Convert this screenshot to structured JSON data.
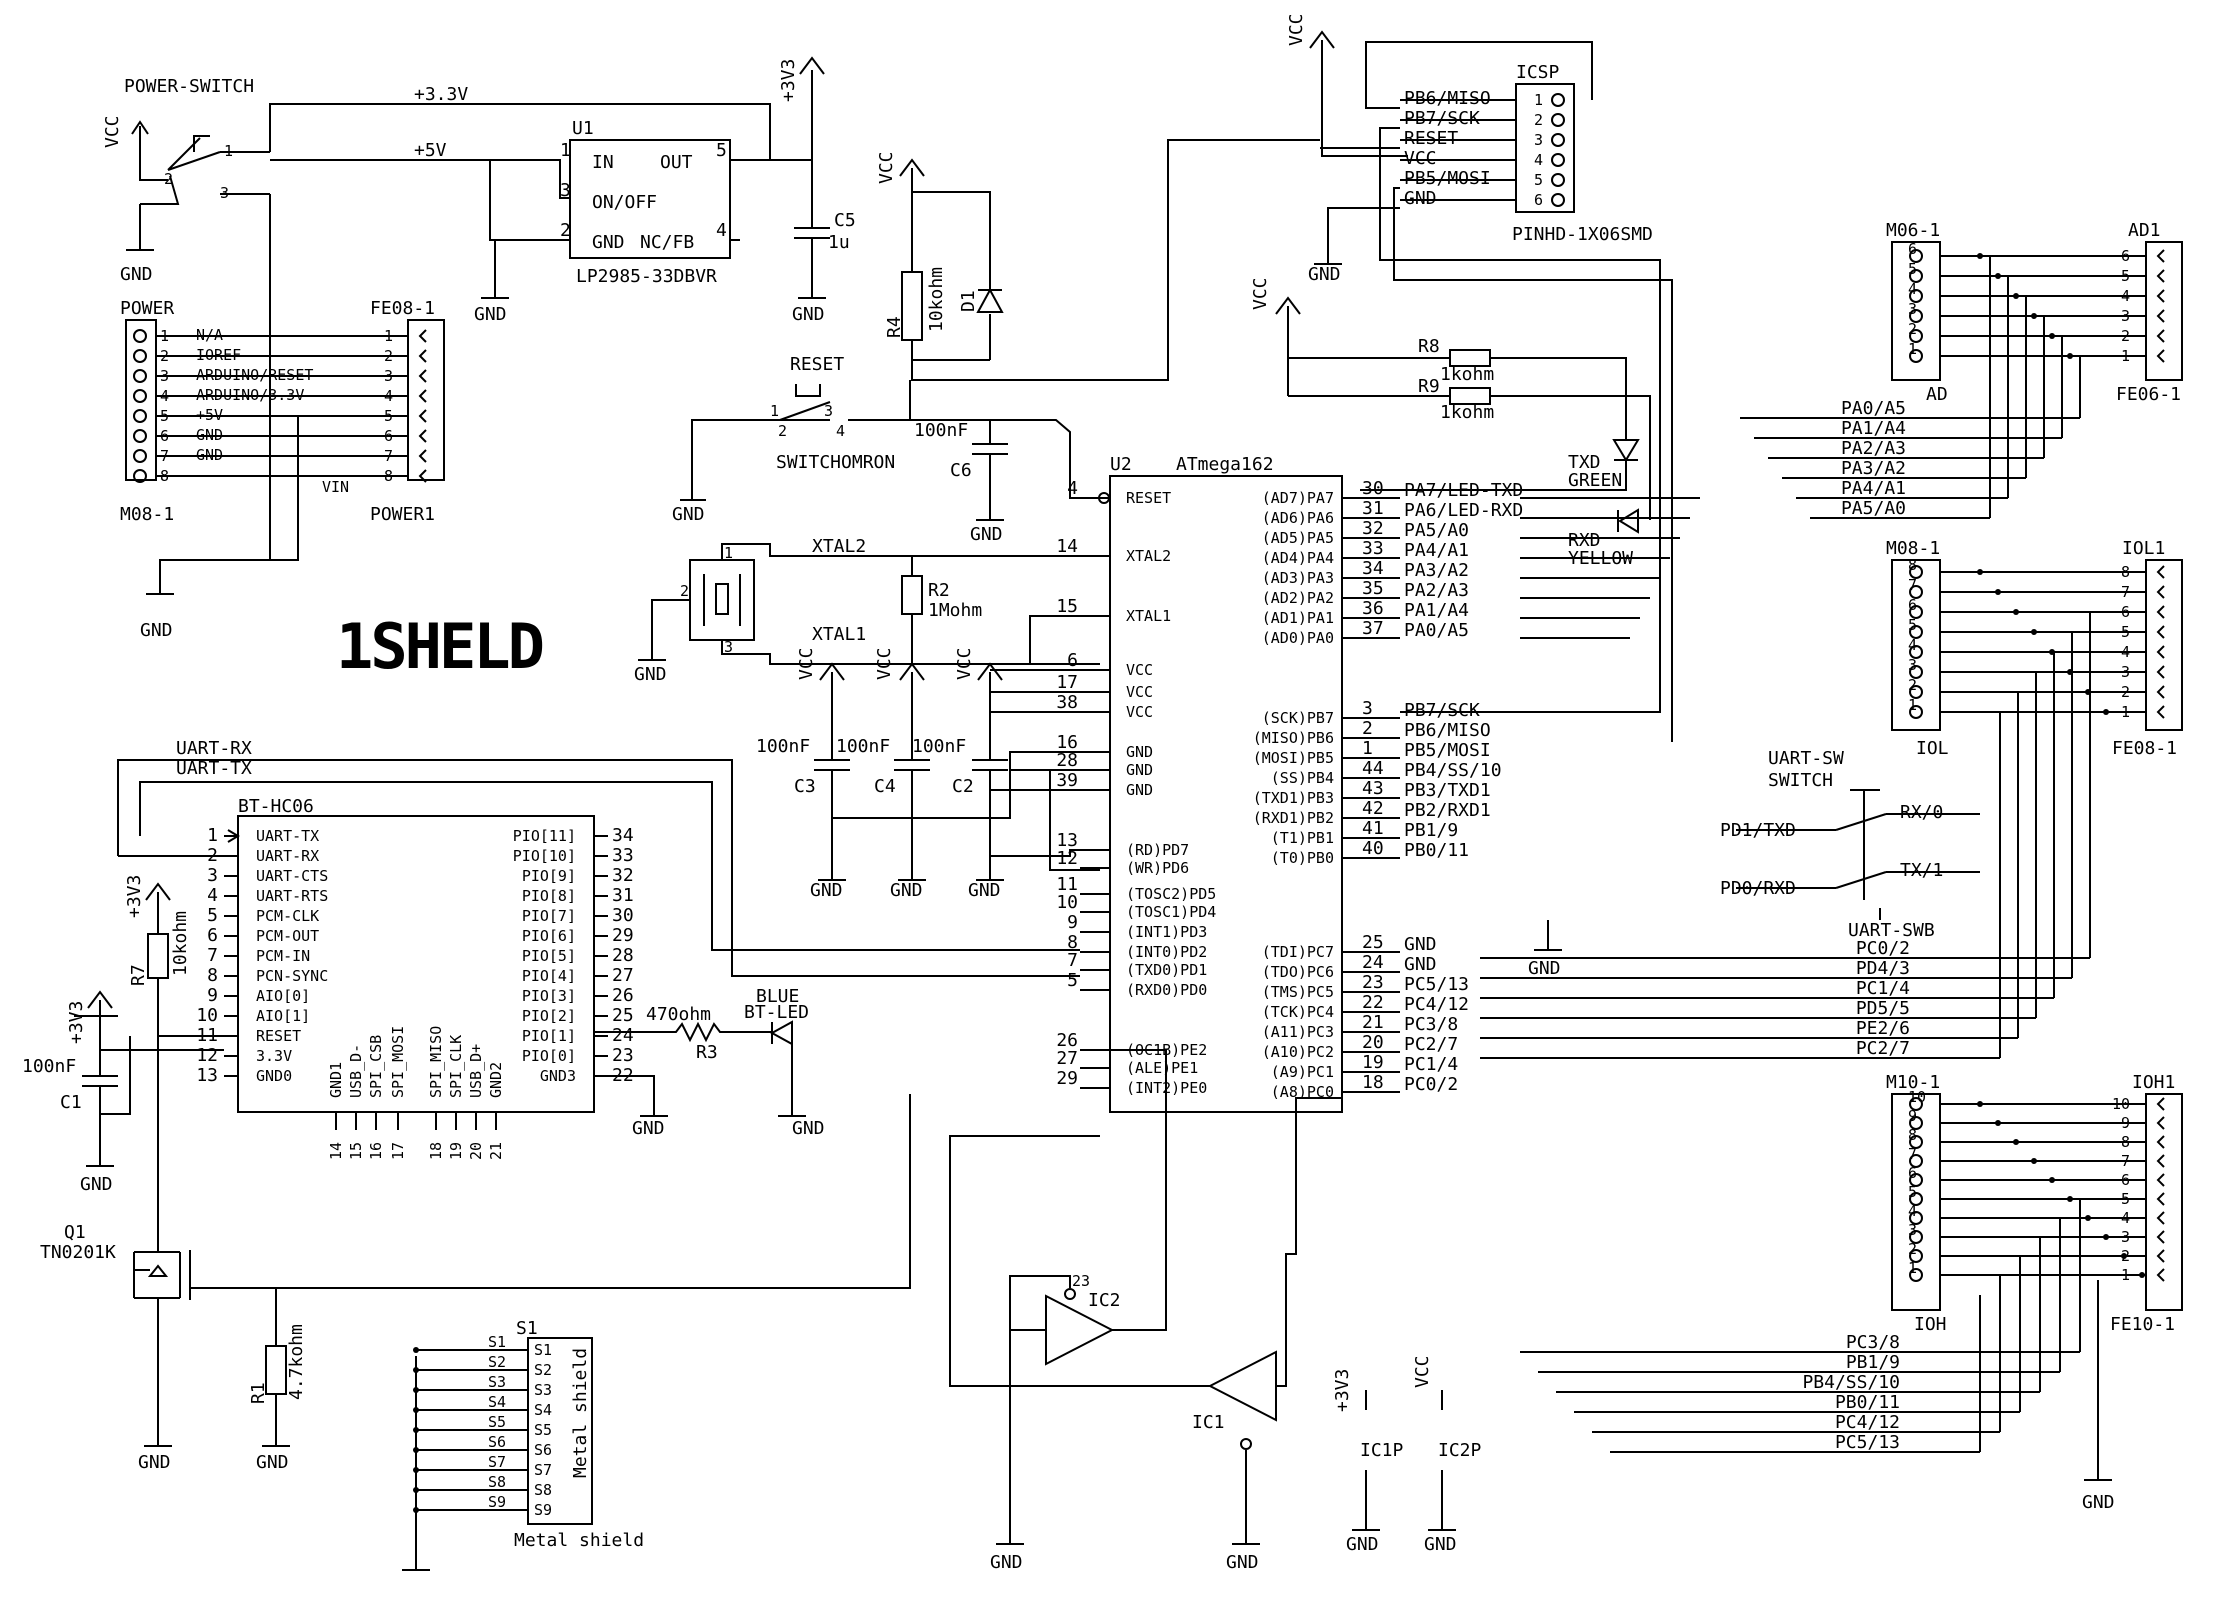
{
  "logo": "1SHELD",
  "power_switch": {
    "title": "POWER-SWITCH",
    "vcc": "VCC",
    "pins": [
      "1",
      "2",
      "3"
    ],
    "gnd": "GND"
  },
  "nets": {
    "v33": "+3.3V",
    "v5": "+5V",
    "p3v3": "+3V3"
  },
  "u1": {
    "ref": "U1",
    "part": "LP2985-33DBVR",
    "pins": [
      "IN",
      "OUT",
      "ON/OFF",
      "GND",
      "NC/FB"
    ],
    "nums": [
      "1",
      "5",
      "3",
      "2",
      "4"
    ],
    "gnd": "GND"
  },
  "c5": {
    "ref": "C5",
    "value": "1u",
    "gnd": "GND"
  },
  "power_header": {
    "ref": "POWER",
    "part": "M08-1",
    "labels": [
      "N/A",
      "IOREF",
      "ARDUINO/RESET",
      "ARDUINO/3.3V",
      "+5V",
      "GND",
      "GND",
      "VIN"
    ],
    "nums": [
      "1",
      "2",
      "3",
      "4",
      "5",
      "6",
      "7",
      "8"
    ]
  },
  "fe08": {
    "ref": "FE08-1",
    "part": "POWER1"
  },
  "gnd": "GND",
  "vcc": "VCC",
  "r4": {
    "ref": "R4",
    "value": "10kohm"
  },
  "d1": {
    "ref": "D1"
  },
  "reset": {
    "title": "RESET",
    "part": "SWITCHOMRON",
    "pins": [
      "1",
      "2",
      "3",
      "4"
    ]
  },
  "c6": {
    "ref": "C6",
    "value": "100nF"
  },
  "icsp": {
    "ref": "ICSP",
    "part": "PINHD-1X06SMD",
    "labels": [
      "PB6/MISO",
      "PB7/SCK",
      "RESET",
      "VCC",
      "PB5/MOSI",
      "GND"
    ],
    "nums": [
      "1",
      "2",
      "3",
      "4",
      "5",
      "6"
    ]
  },
  "r8": {
    "ref": "R8",
    "value": "1kohm"
  },
  "r9": {
    "ref": "R9",
    "value": "1kohm"
  },
  "leds": {
    "txd": "TXD",
    "green": "GREEN",
    "rxd": "RXD",
    "yellow": "YELLOW"
  },
  "xtal": {
    "x2": "XTAL2",
    "x1": "XTAL1",
    "pins": [
      "1",
      "2",
      "3"
    ],
    "r2": "R2",
    "r2v": "1Mohm"
  },
  "caps": {
    "v": "100nF",
    "c3": "C3",
    "c4": "C4",
    "c2": "C2"
  },
  "u2": {
    "ref": "U2",
    "part": "ATmega162",
    "left_pins": [
      [
        "4",
        "RESET"
      ],
      [
        "14",
        "XTAL2"
      ],
      [
        "15",
        "XTAL1"
      ],
      [
        "6",
        "VCC"
      ],
      [
        "17",
        "VCC"
      ],
      [
        "38",
        "VCC"
      ],
      [
        "16",
        "GND"
      ],
      [
        "28",
        "GND"
      ],
      [
        "39",
        "GND"
      ],
      [
        "13",
        "(RD)PD7"
      ],
      [
        "12",
        "(WR)PD6"
      ],
      [
        "11",
        "(TOSC2)PD5"
      ],
      [
        "10",
        "(TOSC1)PD4"
      ],
      [
        "9",
        "(INT1)PD3"
      ],
      [
        "8",
        "(INT0)PD2"
      ],
      [
        "7",
        "(TXD0)PD1"
      ],
      [
        "5",
        "(RXD0)PD0"
      ],
      [
        "26",
        "(OC1B)PE2"
      ],
      [
        "27",
        "(ALE)PE1"
      ],
      [
        "29",
        "(INT2)PE0"
      ]
    ],
    "right_pins": [
      [
        "30",
        "(AD7)PA7",
        "PA7/LED-TXD"
      ],
      [
        "31",
        "(AD6)PA6",
        "PA6/LED-RXD"
      ],
      [
        "32",
        "(AD5)PA5",
        "PA5/A0"
      ],
      [
        "33",
        "(AD4)PA4",
        "PA4/A1"
      ],
      [
        "34",
        "(AD3)PA3",
        "PA3/A2"
      ],
      [
        "35",
        "(AD2)PA2",
        "PA2/A3"
      ],
      [
        "36",
        "(AD1)PA1",
        "PA1/A4"
      ],
      [
        "37",
        "(AD0)PA0",
        "PA0/A5"
      ],
      [
        "3",
        "(SCK)PB7",
        "PB7/SCK"
      ],
      [
        "2",
        "(MISO)PB6",
        "PB6/MISO"
      ],
      [
        "1",
        "(MOSI)PB5",
        "PB5/MOSI"
      ],
      [
        "44",
        "(SS)PB4",
        "PB4/SS/10"
      ],
      [
        "43",
        "(TXD1)PB3",
        "PB3/TXD1"
      ],
      [
        "42",
        "(RXD1)PB2",
        "PB2/RXD1"
      ],
      [
        "41",
        "(T1)PB1",
        "PB1/9"
      ],
      [
        "40",
        "(T0)PB0",
        "PB0/11"
      ],
      [
        "25",
        "(TDI)PC7",
        "GND"
      ],
      [
        "24",
        "(TDO)PC6",
        "GND"
      ],
      [
        "23",
        "(TMS)PC5",
        "PC5/13"
      ],
      [
        "22",
        "(TCK)PC4",
        "PC4/12"
      ],
      [
        "21",
        "(A11)PC3",
        "PC3/8"
      ],
      [
        "20",
        "(A10)PC2",
        "PC2/7"
      ],
      [
        "19",
        "(A9)PC1",
        "PC1/4"
      ],
      [
        "18",
        "(A8)PC0",
        "PC0/2"
      ]
    ]
  },
  "bt": {
    "ref": "BT-HC06",
    "uart_rx": "UART-RX",
    "uart_tx": "UART-TX",
    "left": [
      "UART-TX",
      "UART-RX",
      "UART-CTS",
      "UART-RTS",
      "PCM-CLK",
      "PCM-OUT",
      "PCM-IN",
      "PCN-SYNC",
      "AIO[0]",
      "AIO[1]",
      "RESET",
      "3.3V",
      "GND0"
    ],
    "right": [
      "PIO[11]",
      "PIO[10]",
      "PIO[9]",
      "PIO[8]",
      "PIO[7]",
      "PIO[6]",
      "PIO[5]",
      "PIO[4]",
      "PIO[3]",
      "PIO[2]",
      "PIO[1]",
      "PIO[0]",
      "GND3"
    ],
    "right_nums": [
      "34",
      "33",
      "32",
      "31",
      "30",
      "29",
      "28",
      "27",
      "26",
      "25",
      "24",
      "23",
      "22"
    ],
    "bottom": [
      "GND1",
      "USB_D-",
      "SPI_CSB",
      "SPI_MOSI",
      "SPI_MISO",
      "SPI_CLK",
      "USB_D+",
      "GND2"
    ],
    "bottom_nums": [
      "14",
      "15",
      "16",
      "17",
      "18",
      "19",
      "20",
      "21"
    ]
  },
  "r3": {
    "ref": "R3",
    "value": "470ohm"
  },
  "bt_led": {
    "l1": "BLUE",
    "l2": "BT-LED"
  },
  "r7": {
    "ref": "R7",
    "value": "10kohm"
  },
  "c1": {
    "ref": "C1",
    "value": "100nF"
  },
  "q1": {
    "ref": "Q1",
    "part": "TN0201K"
  },
  "r1": {
    "ref": "R1",
    "value": "4.7kohm"
  },
  "ic": {
    "ic1": "IC1",
    "ic2": "IC2",
    "ic1p": "IC1P",
    "ic2p": "IC2P"
  },
  "metal": {
    "ref": "S1",
    "title": "Metal shield",
    "pins": [
      "S1",
      "S2",
      "S3",
      "S4",
      "S5",
      "S6",
      "S7",
      "S8",
      "S9"
    ]
  },
  "uart_sw": {
    "t1": "UART-SW",
    "t2": "SWITCH",
    "pd1": "PD1/TXD",
    "pd0": "PD0/RXD",
    "rx": "RX/0",
    "tx": "TX/1",
    "swb": "UART-SWB"
  },
  "m06": {
    "ref": "M06-1",
    "part": "AD",
    "ref2": "AD1",
    "part2": "FE06-1",
    "nets": [
      "PA0/A5",
      "PA1/A4",
      "PA2/A3",
      "PA3/A2",
      "PA4/A1",
      "PA5/A0"
    ]
  },
  "m08": {
    "ref": "M08-1",
    "part": "IOL",
    "ref2": "IOL1",
    "part2": "FE08-1",
    "nets": [
      "PC0/2",
      "PD4/3",
      "PC1/4",
      "PD5/5",
      "PE2/6",
      "PC2/7"
    ]
  },
  "m10": {
    "ref": "M10-1",
    "part": "IOH",
    "ref2": "IOH1",
    "part2": "FE10-1",
    "nets": [
      "PC3/8",
      "PB1/9",
      "PB4/SS/10",
      "PB0/11",
      "PC4/12",
      "PC5/13"
    ]
  }
}
